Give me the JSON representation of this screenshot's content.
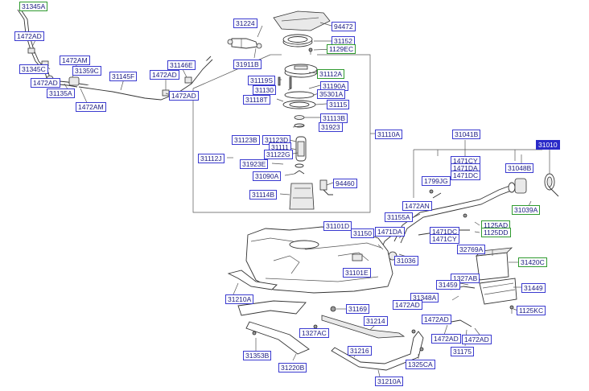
{
  "diagram": {
    "parts": {
      "p31345A": "31345A",
      "p1472AD_a": "1472AD",
      "p31345C": "31345C",
      "p1472AD_b": "1472AD",
      "p31135A": "31135A",
      "p1472AM_a": "1472AM",
      "p31359C": "31359C",
      "p1472AM_b": "1472AM",
      "p31145F": "31145F",
      "p1472AD_c": "1472AD",
      "p31146E": "31146E",
      "p1472AD_d": "1472AD",
      "p31224": "31224",
      "p31911B": "31911B",
      "p94472": "94472",
      "p31152": "31152",
      "p1129EC": "1129EC",
      "p31112A": "31112A",
      "p31119S": "31119S",
      "p31190A": "31190A",
      "p31130": "31130",
      "p35301A": "35301A",
      "p31118T": "31118T",
      "p31115": "31115",
      "p31113B": "31113B",
      "p31923": "31923",
      "p31110A": "31110A",
      "p31123B": "31123B",
      "p31123D": "31123D",
      "p31111": "31111",
      "p31122G": "31122G",
      "p31112J": "31112J",
      "p31923E": "31923E",
      "p31090A": "31090A",
      "p94460": "94460",
      "p31114B": "31114B",
      "p31041B": "31041B",
      "p31010": "31010",
      "p1471CY_a": "1471CY",
      "p1471DA_a": "1471DA",
      "p1471DC_a": "1471DC",
      "p31048B": "31048B",
      "p1799JG": "1799JG",
      "p1472AN": "1472AN",
      "p31039A": "31039A",
      "p31155A": "31155A",
      "p1125AD": "1125AD",
      "p1125DD": "1125DD",
      "p1471DC_b": "1471DC",
      "p1471CY_b": "1471CY",
      "p31101D": "31101D",
      "p31150": "31150",
      "p1471DA_b": "1471DA",
      "p31036": "31036",
      "p32769A": "32769A",
      "p31420C": "31420C",
      "p31101E": "31101E",
      "p1327AB": "1327AB",
      "p31459": "31459",
      "p31449": "31449",
      "p31348A": "31348A",
      "p1472AD_e": "1472AD",
      "p31210A_a": "31210A",
      "p31169": "31169",
      "p1125KC": "1125KC",
      "p1472AD_f": "1472AD",
      "p1327AC": "1327AC",
      "p31214": "31214",
      "p1472AD_g": "1472AD",
      "p1472AD_h": "1472AD",
      "p31353B": "31353B",
      "p31216": "31216",
      "p31175": "31175",
      "p31220B": "31220B",
      "p1325CA": "1325CA",
      "p31210A_b": "31210A"
    },
    "colors": {
      "callout_border": "#3a3ad0",
      "callout_border_alt": "#2f9a2f",
      "callout_text": "#1a1a80",
      "highlight": "#2a2ac8",
      "line": "#555555"
    }
  }
}
